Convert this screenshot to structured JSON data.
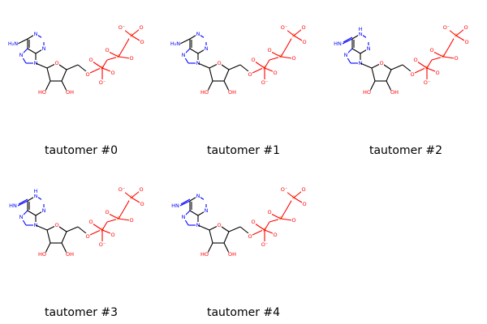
{
  "molecules": [
    {
      "caption": "tautomer #0",
      "amino_label": "H₂N",
      "nh_label": "",
      "form": "amine"
    },
    {
      "caption": "tautomer #1",
      "amino_label": "H₂N",
      "nh_label": "",
      "form": "amine"
    },
    {
      "caption": "tautomer #2",
      "amino_label": "HN",
      "nh_label": "H",
      "form": "imine"
    },
    {
      "caption": "tautomer #3",
      "amino_label": "HN",
      "nh_label": "H",
      "form": "imine"
    },
    {
      "caption": "tautomer #4",
      "amino_label": "HN",
      "nh_label": "",
      "form": "imine"
    }
  ],
  "atom_labels": {
    "ring_n": "N",
    "ring_o": "O",
    "hydroxyl": "HO",
    "hydroxyl_right": "OH",
    "oxygen": "O",
    "o_minus": "O⁻",
    "phosphorus": "P"
  },
  "colors": {
    "nitrogen": "#0000ff",
    "oxygen": "#ff0000",
    "phosphorus": "#ff8000",
    "carbon": "#000000"
  }
}
